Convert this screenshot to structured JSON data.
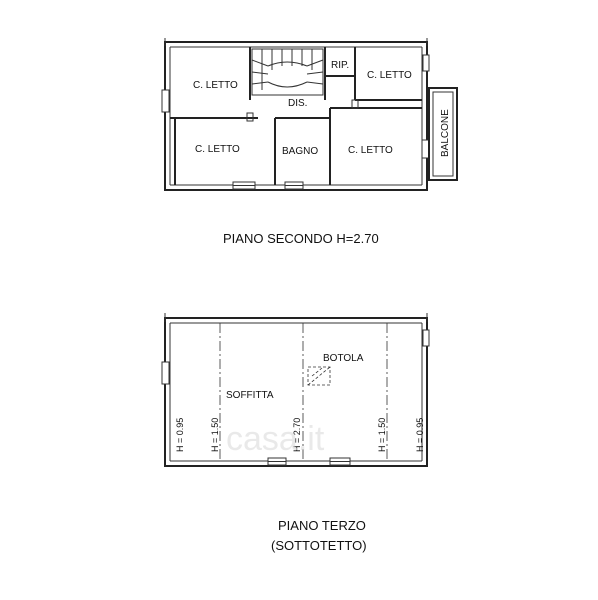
{
  "floor2": {
    "caption": "PIANO SECONDO  H=2.70",
    "rooms": {
      "bedroom_top_left": "C. LETTO",
      "bedroom_top_right": "C. LETTO",
      "bedroom_bottom_left": "C. LETTO",
      "bedroom_bottom_right": "C. LETTO",
      "storage": "RIP.",
      "hallway": "DIS.",
      "bathroom": "BAGNO",
      "balcony": "BALCONE"
    }
  },
  "floor3": {
    "caption_line1": "PIANO TERZO",
    "caption_line2": "(SOTTOTETTO)",
    "rooms": {
      "attic": "SOFFITTA",
      "hatch": "BOTOLA"
    },
    "heights": [
      "H = 0.95",
      "H = 1.50",
      "H = 2.70",
      "H = 1.50",
      "H = 0.95"
    ]
  },
  "watermark": "casa.it"
}
